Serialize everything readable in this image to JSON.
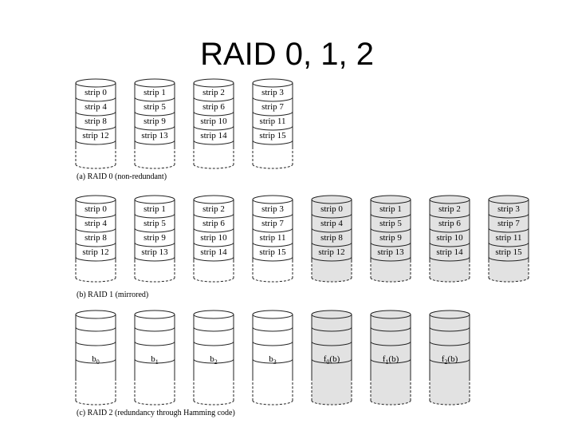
{
  "slide": {
    "title": "RAID 0, 1, 2"
  },
  "colors": {
    "data_disk": "#ffffff",
    "redundant_disk": "#e2e2e2",
    "outline": "#222222"
  },
  "raid0": {
    "caption": "(a) RAID 0 (non-redundant)",
    "disks": [
      {
        "kind": "data",
        "cells": [
          "strip 0",
          "strip 4",
          "strip 8",
          "strip 12"
        ]
      },
      {
        "kind": "data",
        "cells": [
          "strip 1",
          "strip 5",
          "strip 9",
          "strip 13"
        ]
      },
      {
        "kind": "data",
        "cells": [
          "strip 2",
          "strip 6",
          "strip 10",
          "strip 14"
        ]
      },
      {
        "kind": "data",
        "cells": [
          "strip 3",
          "strip 7",
          "strip 11",
          "strip 15"
        ]
      }
    ]
  },
  "raid1": {
    "caption": "(b) RAID 1 (mirrored)",
    "disks": [
      {
        "kind": "data",
        "cells": [
          "strip 0",
          "strip 4",
          "strip 8",
          "strip 12"
        ]
      },
      {
        "kind": "data",
        "cells": [
          "strip 1",
          "strip 5",
          "strip 9",
          "strip 13"
        ]
      },
      {
        "kind": "data",
        "cells": [
          "strip 2",
          "strip 6",
          "strip 10",
          "strip 14"
        ]
      },
      {
        "kind": "data",
        "cells": [
          "strip 3",
          "strip 7",
          "strip 11",
          "strip 15"
        ]
      },
      {
        "kind": "redundant",
        "cells": [
          "strip 0",
          "strip 4",
          "strip 8",
          "strip 12"
        ]
      },
      {
        "kind": "redundant",
        "cells": [
          "strip 1",
          "strip 5",
          "strip 9",
          "strip 13"
        ]
      },
      {
        "kind": "redundant",
        "cells": [
          "strip 2",
          "strip 6",
          "strip 10",
          "strip 14"
        ]
      },
      {
        "kind": "redundant",
        "cells": [
          "strip 3",
          "strip 7",
          "strip 11",
          "strip 15"
        ]
      }
    ]
  },
  "raid2": {
    "caption": "(c) RAID 2 (redundancy through Hamming code)",
    "disks": [
      {
        "kind": "data",
        "label": "b",
        "sub": "0",
        "suffix": ""
      },
      {
        "kind": "data",
        "label": "b",
        "sub": "1",
        "suffix": ""
      },
      {
        "kind": "data",
        "label": "b",
        "sub": "2",
        "suffix": ""
      },
      {
        "kind": "data",
        "label": "b",
        "sub": "3",
        "suffix": ""
      },
      {
        "kind": "redundant",
        "label": "f",
        "sub": "0",
        "suffix": "(b)"
      },
      {
        "kind": "redundant",
        "label": "f",
        "sub": "1",
        "suffix": "(b)"
      },
      {
        "kind": "redundant",
        "label": "f",
        "sub": "2",
        "suffix": "(b)"
      }
    ]
  }
}
